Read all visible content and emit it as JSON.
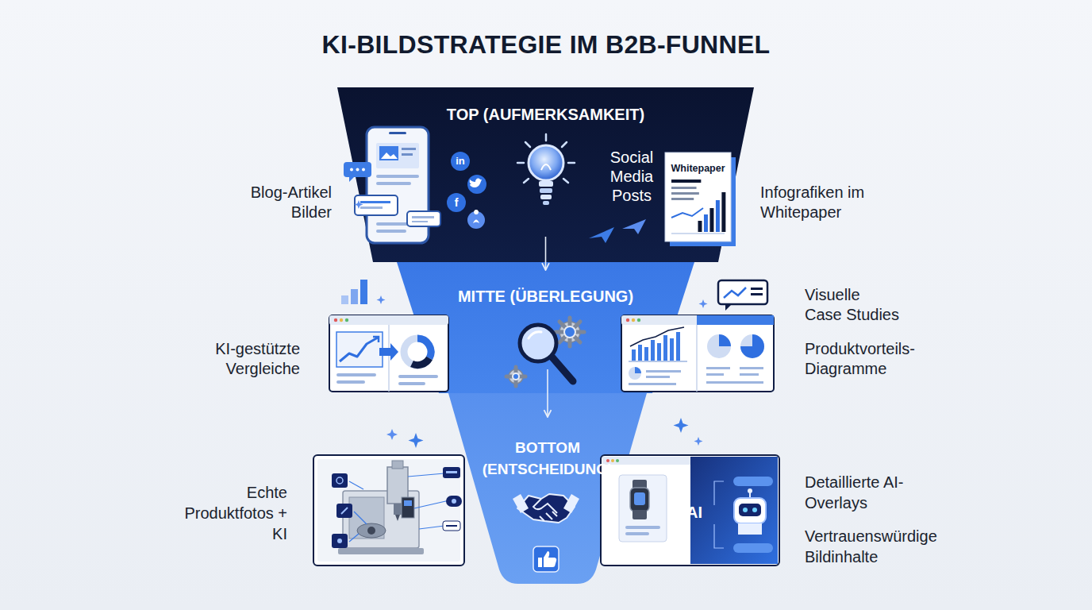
{
  "diagram": {
    "title": "KI-BILDSTRATEGIE IM B2B-FUNNEL",
    "nodes": [
      {
        "text": [
          "TOP (AUFMERKSAMKEIT)"
        ]
      },
      {
        "text": [
          "MITTE (ÜBERLEGUNG)"
        ]
      },
      {
        "text": [
          "BOTTOM (ENTSCHEIDUNG)"
        ]
      },
      {
        "text": [
          "Whitepaper"
        ],
        "in": 0
      },
      {
        "text": [
          "AI"
        ]
      }
    ],
    "edges": [
      {
        "from": 0,
        "to": 1,
        "arrow": "to"
      },
      {
        "from": 1,
        "to": 2,
        "arrow": "to"
      }
    ],
    "labels": [
      "in",
      "f",
      "Blog-Artikel Bilder",
      "Social Media Posts",
      "Infografiken im Whitepaper",
      "KI-gestützte Vergleiche",
      "Visuelle Case Studies",
      "Produktvorteils-Diagramme",
      "Echte Produktfotos + KI",
      "Detaillierte AI-Overlays",
      "Vertrauenswürdige Bildinhalte"
    ]
  }
}
